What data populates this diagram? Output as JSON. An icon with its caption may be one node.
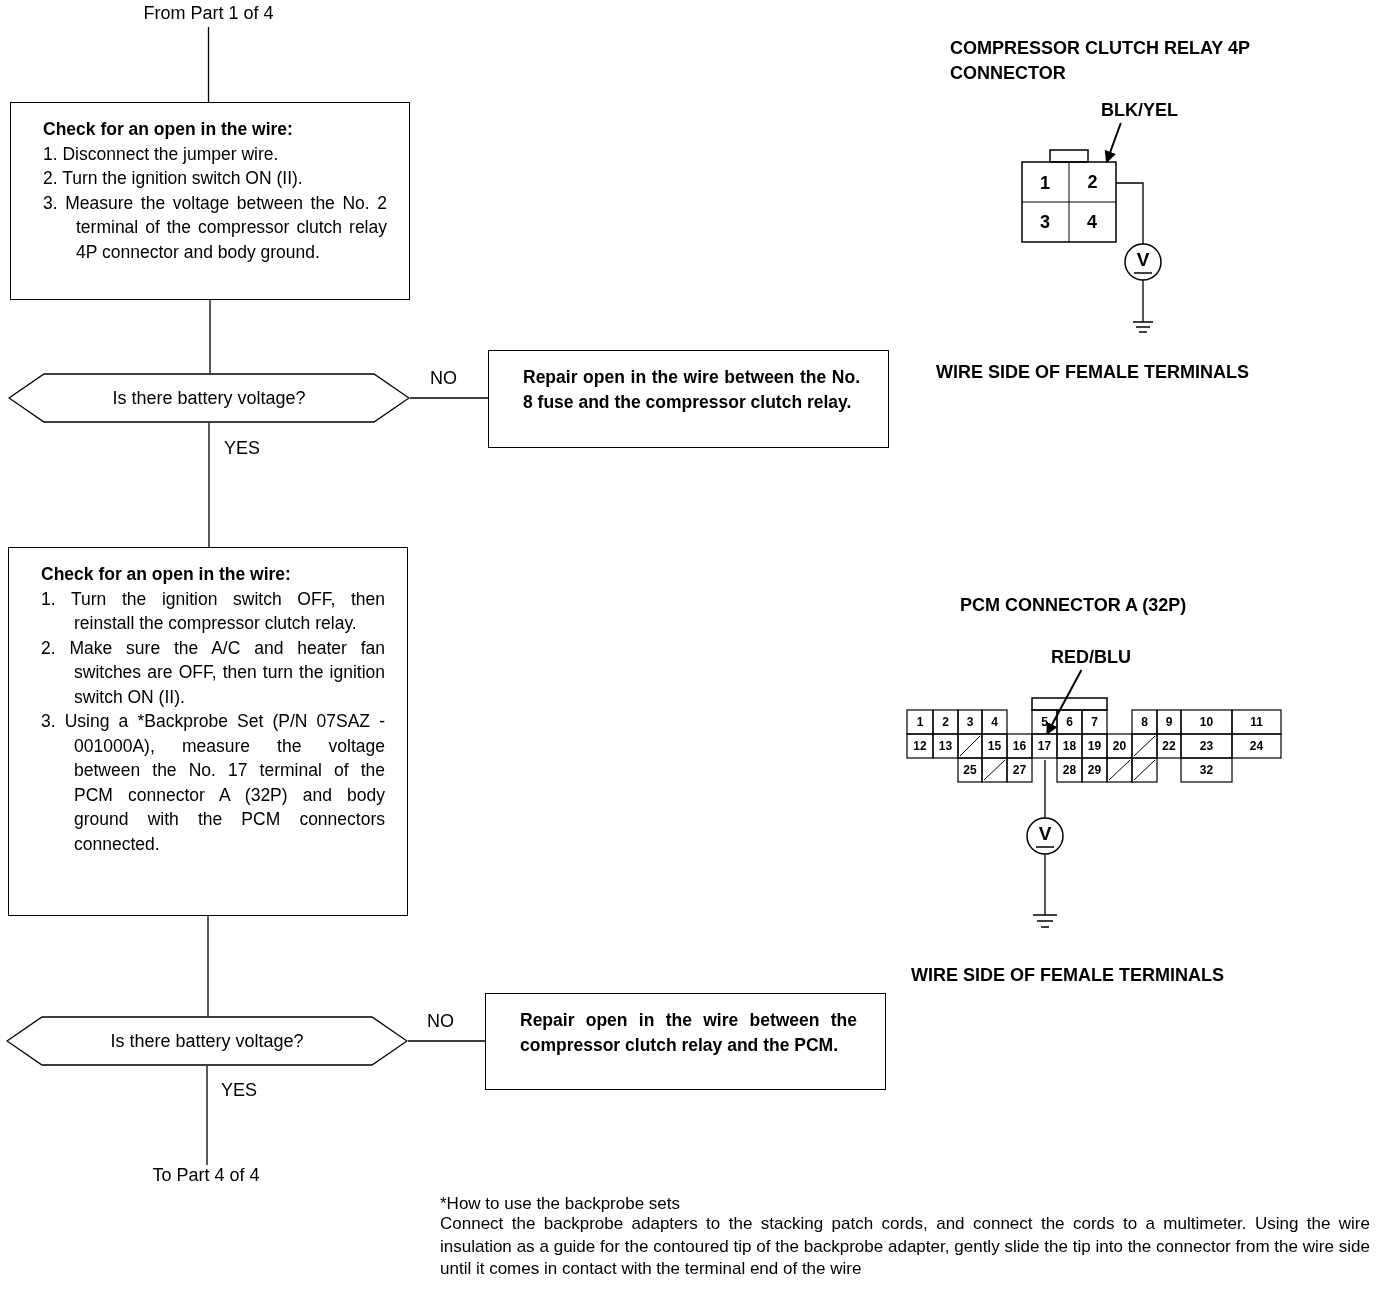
{
  "diagram": {
    "nodes": [
      {
        "text": [
          "From Part 1 of 4"
        ]
      },
      {
        "text": [
          "Check for an open in the wire:",
          "1. Disconnect the jumper wire.",
          "2. Turn the ignition switch ON (II).",
          "3. Measure the voltage between the No. 2 terminal of the compressor clutch relay 4P connector and body ground."
        ]
      },
      {
        "text": [
          "Is there battery voltage?"
        ]
      },
      {
        "text": [
          "Repair open in the wire between the No. 8 fuse and the compressor clutch relay."
        ]
      },
      {
        "text": [
          "Check for an open in the wire:",
          "1. Turn the ignition switch OFF, then reinstall the compressor clutch relay.",
          "2. Make sure the A/C and heater fan switches are OFF, then turn the ignition switch ON (II).",
          "3. Using a *Backprobe Set (P/N 07SAZ - 001000A), measure the voltage between the No. 17 terminal of the PCM connector A (32P) and body ground with the PCM connectors connected."
        ]
      },
      {
        "text": [
          "Is there battery voltage?"
        ]
      },
      {
        "text": [
          "Repair open in the wire between the compressor clutch relay and the PCM."
        ]
      },
      {
        "text": [
          "To Part 4 of 4"
        ]
      },
      {
        "text": [
          "BLK/YEL"
        ]
      },
      {
        "text": [
          "RED/BLU"
        ]
      },
      {
        "text": [
          "2"
        ]
      },
      {
        "text": [
          "17"
        ]
      }
    ],
    "edges": [
      {
        "from": 0,
        "to": 1,
        "arrow": "none"
      },
      {
        "from": 1,
        "to": 2,
        "arrow": "none"
      },
      {
        "from": 2,
        "to": 3,
        "arrow": "none",
        "label": "NO"
      },
      {
        "from": 2,
        "to": 4,
        "arrow": "none",
        "label": "YES"
      },
      {
        "from": 4,
        "to": 5,
        "arrow": "none"
      },
      {
        "from": 5,
        "to": 6,
        "arrow": "none",
        "label": "NO"
      },
      {
        "from": 5,
        "to": 7,
        "arrow": "none",
        "label": "YES"
      },
      {
        "from": 8,
        "to": 10,
        "arrow": "to"
      },
      {
        "from": 9,
        "to": 11,
        "arrow": "to"
      }
    ],
    "labels": [
      "COMPRESSOR CLUTCH RELAY 4P CONNECTOR",
      "1",
      "3",
      "4",
      "V",
      "WIRE SIDE OF FEMALE TERMINALS",
      "PCM CONNECTOR A (32P)",
      "1",
      "2",
      "3",
      "4",
      "5",
      "6",
      "7",
      "8",
      "9",
      "10",
      "11",
      "12",
      "13",
      "15",
      "16",
      "18",
      "19",
      "20",
      "22",
      "23",
      "24",
      "25",
      "27",
      "28",
      "29",
      "32",
      "V",
      "WIRE SIDE OF FEMALE TERMINALS",
      "*How to use the backprobe sets",
      "Connect the backprobe adapters to the stacking patch cords, and connect the cords to a multimeter. Using the wire insulation as a guide for the contoured tip of the backprobe adapter, gently slide the tip into the connector from the wire side until it comes in contact with the terminal end of the wire"
    ]
  }
}
